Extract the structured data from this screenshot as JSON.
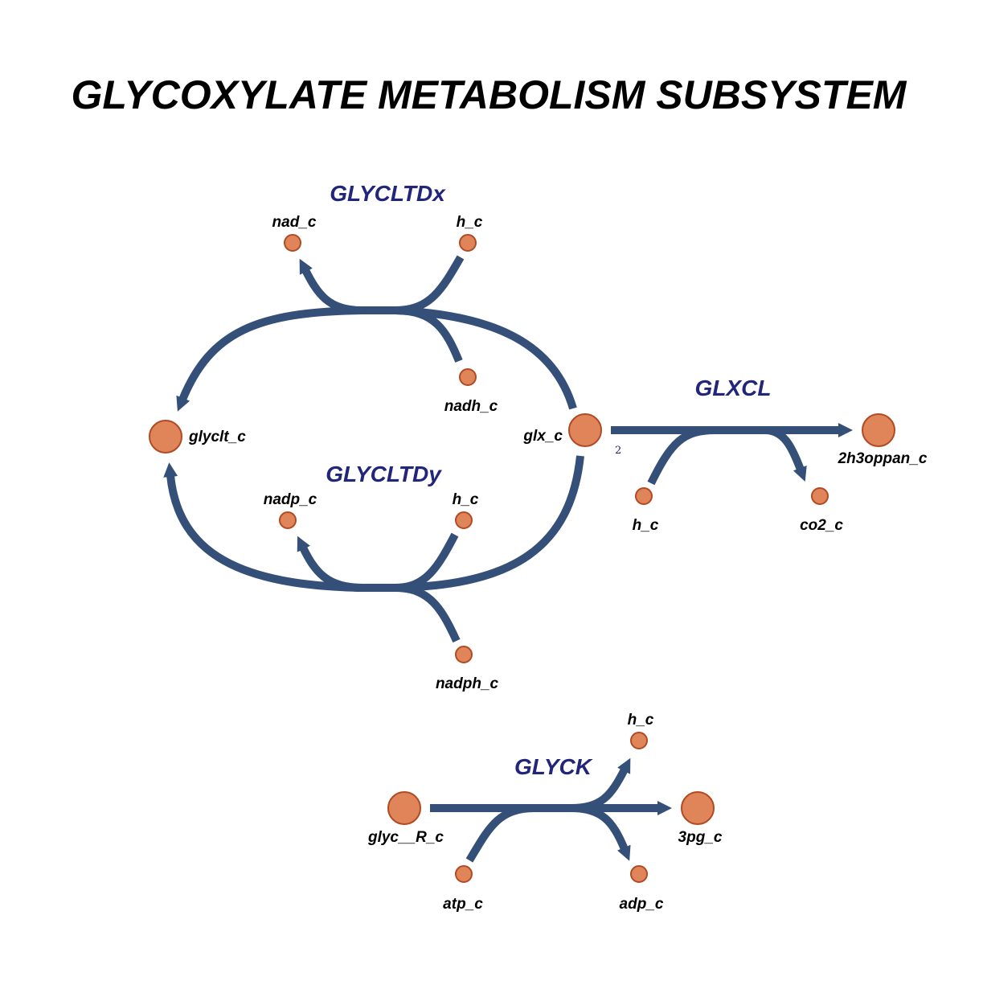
{
  "title": "GLYCOXYLATE METABOLISM SUBSYSTEM",
  "colors": {
    "edge": "#344f78",
    "node_fill": "#e0855a",
    "node_stroke": "#b14a22",
    "reaction_label": "#22267a",
    "text": "#000000"
  },
  "reactions": {
    "glycltdx": "GLYCLTDx",
    "glycltdy": "GLYCLTDy",
    "glxcl": "GLXCL",
    "glyck": "GLYCK"
  },
  "metabolites": {
    "glyclt_c": "glyclt_c",
    "glx_c": "glx_c",
    "nad_c": "nad_c",
    "h_c_1": "h_c",
    "nadh_c": "nadh_c",
    "nadp_c": "nadp_c",
    "h_c_2": "h_c",
    "nadph_c": "nadph_c",
    "h2oppan_c": "2h3oppan_c",
    "h_c_3": "h_c",
    "co2_c": "co2_c",
    "glyc_r_c": "glyc__R_c",
    "h_c_4": "h_c",
    "pg3_c": "3pg_c",
    "atp_c": "atp_c",
    "adp_c": "adp_c"
  },
  "stoichiometry": {
    "glxcl_glx": "2"
  }
}
